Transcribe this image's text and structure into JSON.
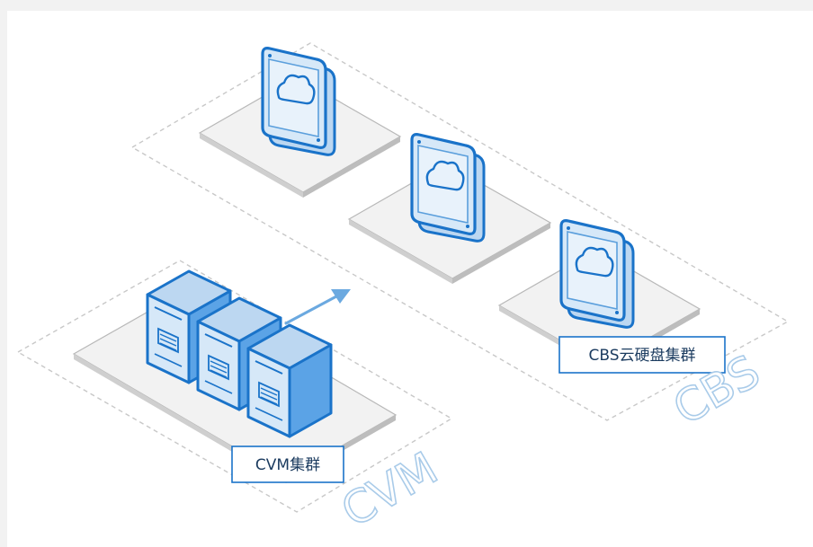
{
  "diagram": {
    "cvm_cluster_label": "CVM集群",
    "cbs_cluster_label": "CBS云硬盘集群",
    "cvm_zone_text": "CVM",
    "cbs_zone_text": "CBS"
  },
  "colors": {
    "accent_blue": "#1a73c9",
    "light_blue_fill": "#d6e8f8",
    "zone_outline": "#c8c8c8",
    "zone_text_stroke": "#a9cbe9"
  },
  "icons": [
    "server-icon",
    "cloud-disk-icon",
    "arrow-icon"
  ]
}
